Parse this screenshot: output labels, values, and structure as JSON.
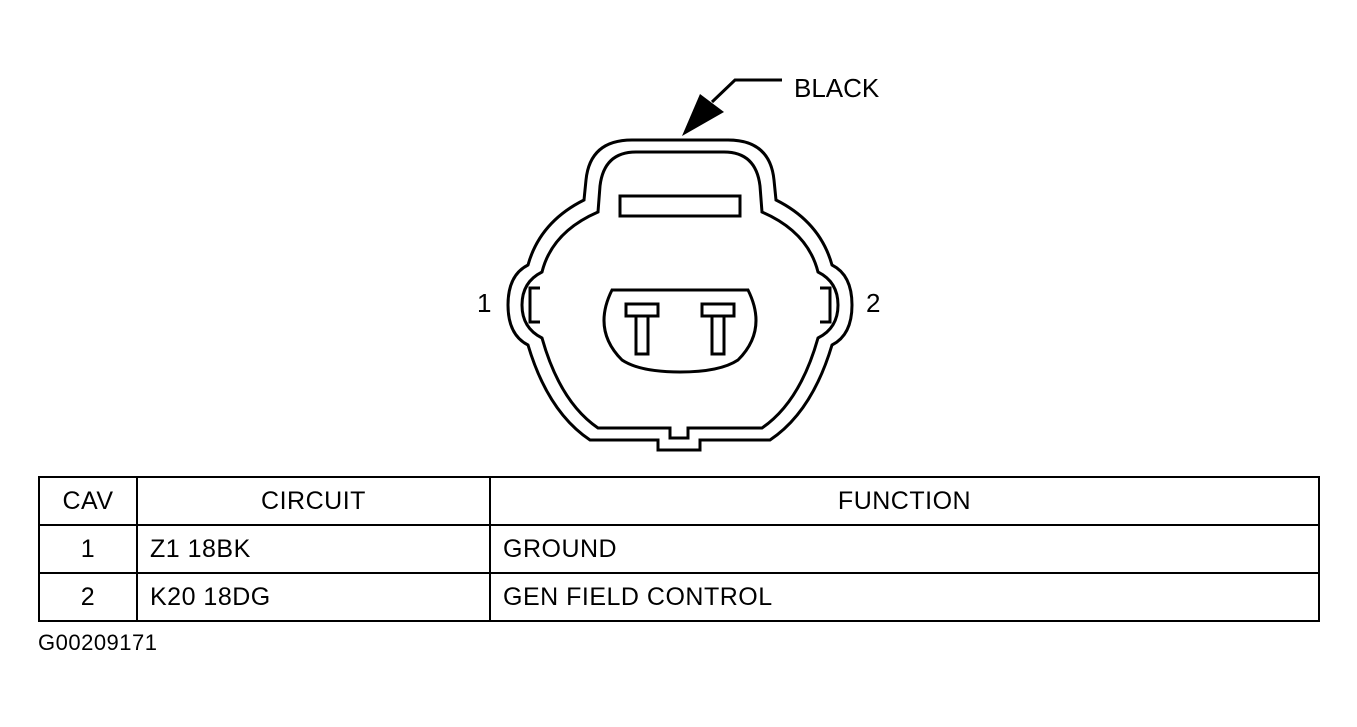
{
  "diagram": {
    "color_callout": "BLACK",
    "cavity_left_label": "1",
    "cavity_right_label": "2"
  },
  "table": {
    "headers": {
      "cav": "CAV",
      "circuit": "CIRCUIT",
      "function": "FUNCTION"
    },
    "rows": [
      {
        "cav": "1",
        "circuit": "Z1 18BK",
        "function": "GROUND"
      },
      {
        "cav": "2",
        "circuit": "K20 18DG",
        "function": "GEN FIELD CONTROL"
      }
    ]
  },
  "figure_id": "G00209171",
  "colors": {
    "line": "#000000",
    "background": "#ffffff"
  }
}
